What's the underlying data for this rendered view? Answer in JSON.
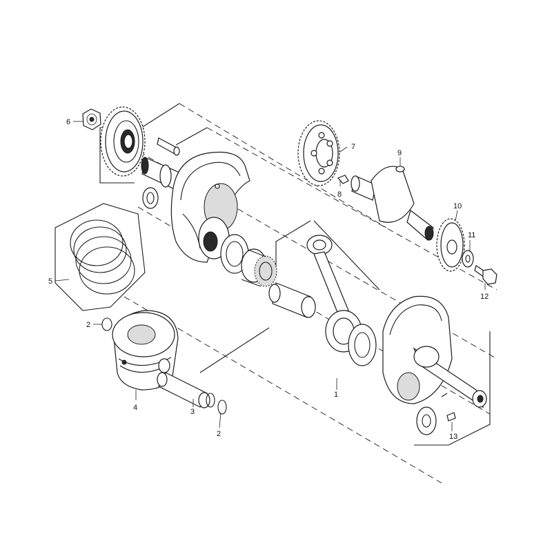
{
  "callouts": [
    {
      "id": "c1",
      "text": "1"
    },
    {
      "id": "c2a",
      "text": "2"
    },
    {
      "id": "c2b",
      "text": "2"
    },
    {
      "id": "c3",
      "text": "3"
    },
    {
      "id": "c4",
      "text": "4"
    },
    {
      "id": "c5",
      "text": "5"
    },
    {
      "id": "c6",
      "text": "6"
    },
    {
      "id": "c7",
      "text": "7"
    },
    {
      "id": "c8",
      "text": "8"
    },
    {
      "id": "c9",
      "text": "9"
    },
    {
      "id": "c10",
      "text": "10"
    },
    {
      "id": "c11",
      "text": "11"
    },
    {
      "id": "c12",
      "text": "12"
    },
    {
      "id": "c13",
      "text": "13"
    }
  ],
  "colors": {
    "line": "#1a1a1a",
    "background": "#ffffff"
  }
}
